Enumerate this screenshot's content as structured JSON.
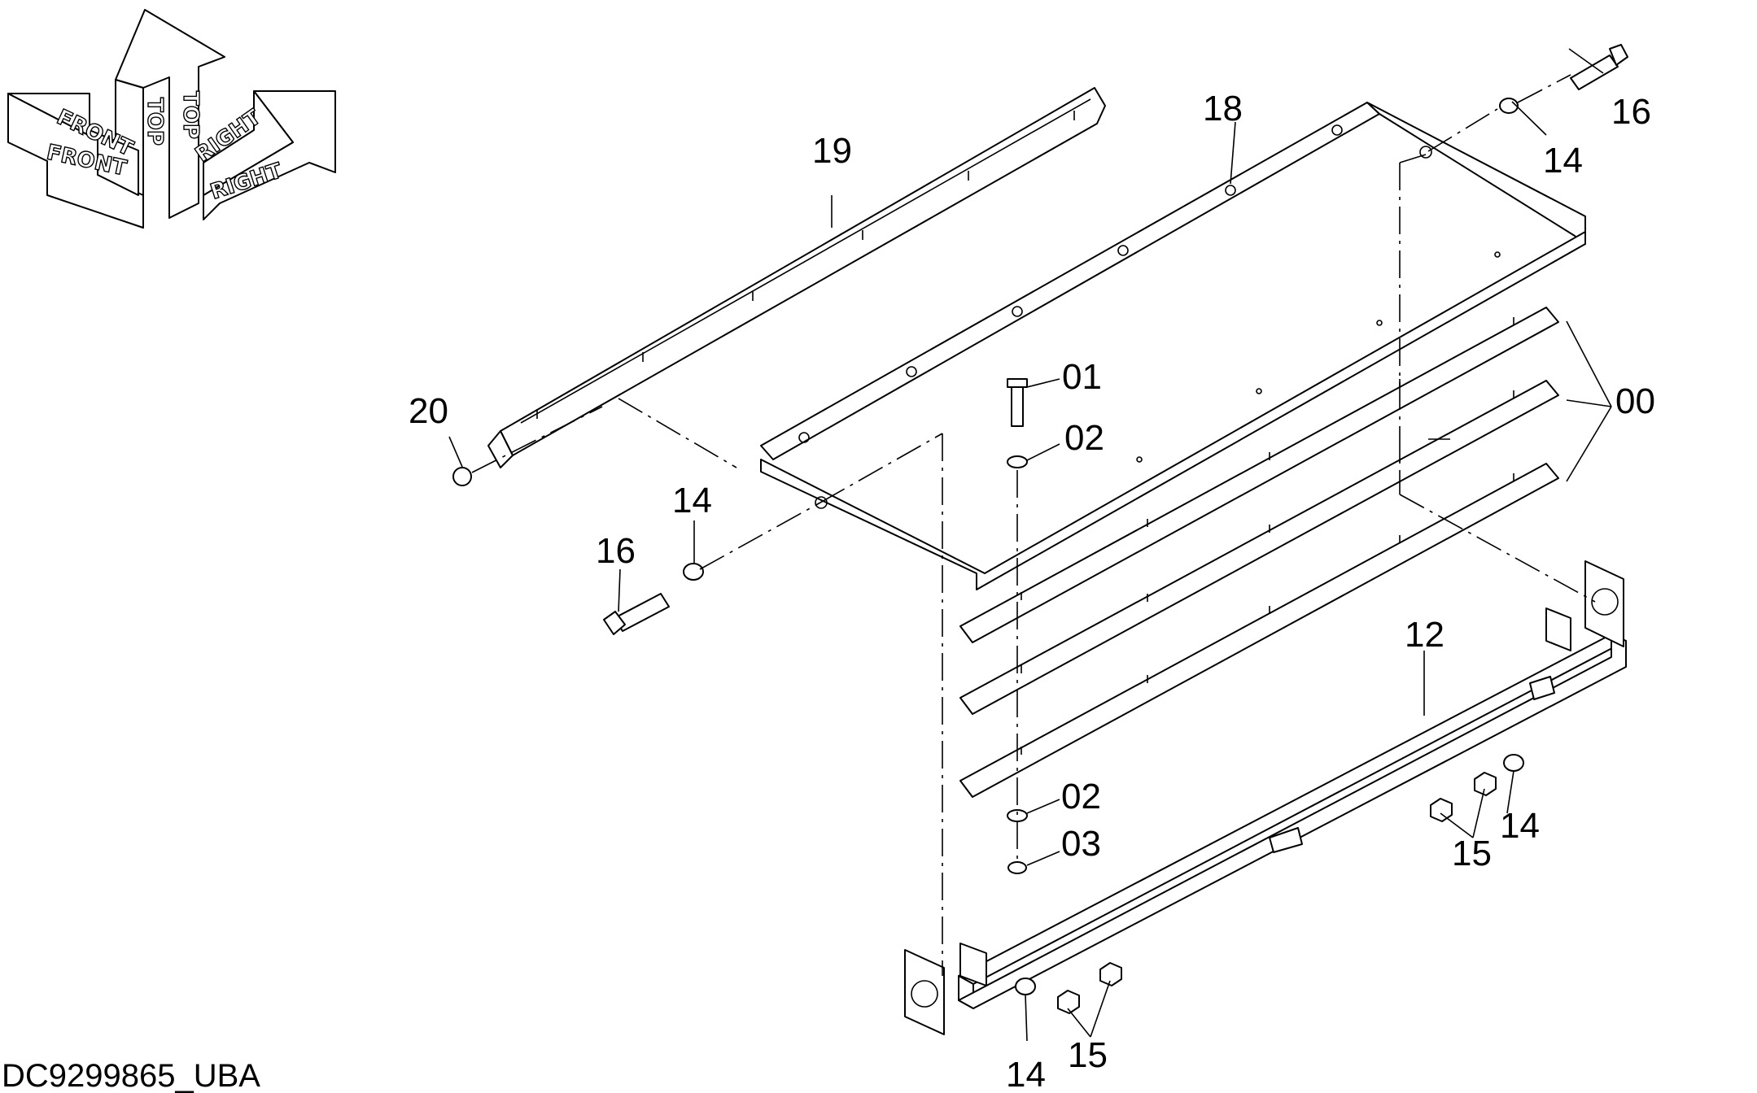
{
  "drawing_id": "DC9299865_UBA",
  "orientation": {
    "front": "FRONT",
    "top": "TOP",
    "right": "RIGHT"
  },
  "callouts": {
    "c00": "00",
    "c01": "01",
    "c02a": "02",
    "c02b": "02",
    "c03": "03",
    "c12": "12",
    "c14a": "14",
    "c14b": "14",
    "c14c": "14",
    "c14d": "14",
    "c15a": "15",
    "c15b": "15",
    "c16a": "16",
    "c16b": "16",
    "c18": "18",
    "c19": "19",
    "c20": "20"
  }
}
